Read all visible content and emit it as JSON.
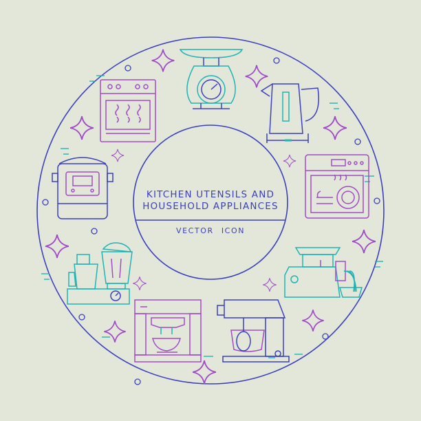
{
  "title_line1": "KITCHEN UTENSILS AND",
  "title_line2": "HOUSEHOLD APPLIANCES",
  "subtitle": "VECTOR   ICON",
  "colors": {
    "background": "#e3e7da",
    "blue": "#3b3fbf",
    "teal": "#1fb3b3",
    "purple": "#a04bc8"
  },
  "icons": [
    "kitchen-scale-icon",
    "electric-kettle-icon",
    "dishwasher-icon",
    "meat-grinder-icon",
    "stand-mixer-icon",
    "coffee-machine-icon",
    "food-processor-icon",
    "multicooker-icon",
    "gas-stove-icon"
  ]
}
